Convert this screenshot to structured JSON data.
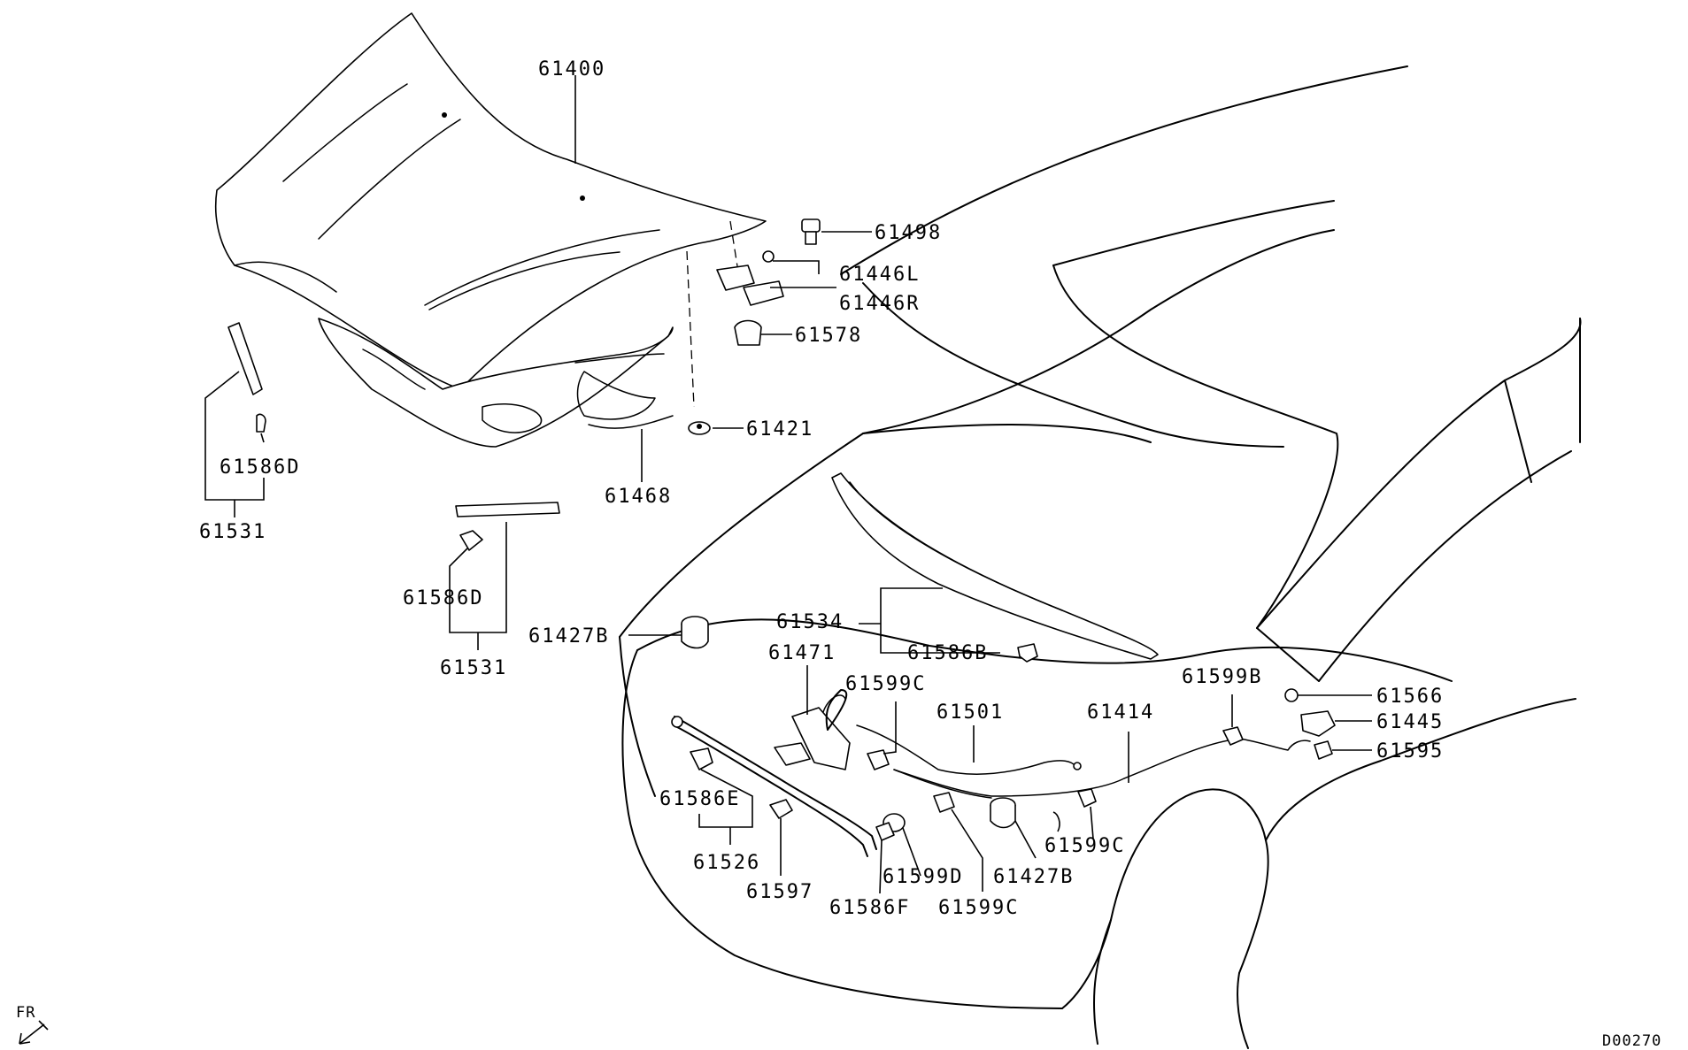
{
  "parts": {
    "p61400": "61400",
    "p61498": "61498",
    "p61446L": "61446L",
    "p61446R": "61446R",
    "p61578": "61578",
    "p61421": "61421",
    "p61468": "61468",
    "p61586D_a": "61586D",
    "p61531_a": "61531",
    "p61586D_b": "61586D",
    "p61531_b": "61531",
    "p61427B_a": "61427B",
    "p61534": "61534",
    "p61586B": "61586B",
    "p61471": "61471",
    "p61599C_a": "61599C",
    "p61501": "61501",
    "p61414": "61414",
    "p61599B": "61599B",
    "p61566": "61566",
    "p61445": "61445",
    "p61595": "61595",
    "p61586E": "61586E",
    "p61526": "61526",
    "p61597": "61597",
    "p61586F": "61586F",
    "p61599D": "61599D",
    "p61599C_b": "61599C",
    "p61427B_b": "61427B",
    "p61599C_c": "61599C"
  },
  "direction": {
    "label": "FR",
    "icon": "arrow-front-icon"
  },
  "diagram_code": "D00270"
}
